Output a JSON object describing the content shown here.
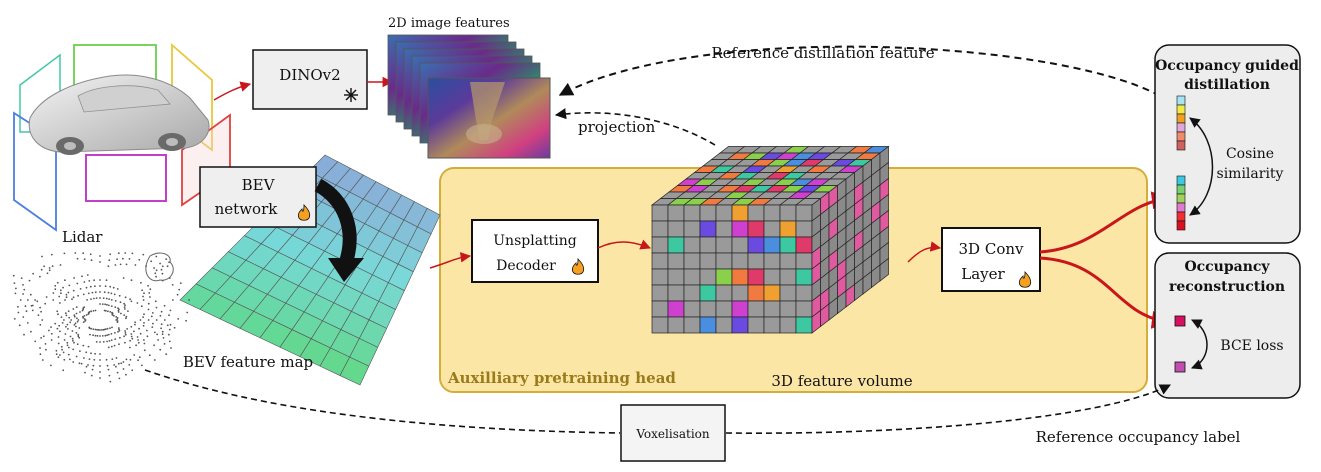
{
  "labels": {
    "image_features": "2D image features",
    "dinov2": "DINOv2",
    "ref_distill": "Reference distillation feature",
    "projection": "projection",
    "bev_network_1": "BEV",
    "bev_network_2": "network",
    "lidar": "Lidar",
    "bev_map": "BEV feature map",
    "unsplat_1": "Unsplatting",
    "unsplat_2": "Decoder",
    "conv_1": "3D Conv",
    "conv_2": "Layer",
    "aux_head": "Auxilliary pretraining head",
    "volume": "3D feature volume",
    "voxelisation": "Voxelisation",
    "ref_occ": "Reference occupancy label",
    "occ_distill_1": "Occupancy guided",
    "occ_distill_2": "distillation",
    "cosine_1": "Cosine",
    "cosine_2": "similarity",
    "occ_recon_1": "Occupancy",
    "occ_recon_2": "reconstruction",
    "bce": "BCE loss"
  },
  "icons": {
    "frozen": "snowflake-icon",
    "trainable": "flame-icon"
  },
  "colors": {
    "aux_fill": "#fbe6a6",
    "aux_border": "#d4ad3a",
    "aux_text": "#9a7a1a",
    "panel_fill": "#ededed",
    "arrow_red": "#c8161b",
    "voxel_gray": "#9a9a9a",
    "distill_bar_1": [
      "#a7e3f0",
      "#f2e84a",
      "#f0a020",
      "#e0a8d8",
      "#f08a6a",
      "#d06060"
    ],
    "distill_bar_2": [
      "#3cc8e0",
      "#7ad070",
      "#9fd25a",
      "#e07ad0",
      "#f03030",
      "#d81020"
    ],
    "bce_top": "#d81060",
    "bce_bottom": "#c050b0"
  }
}
